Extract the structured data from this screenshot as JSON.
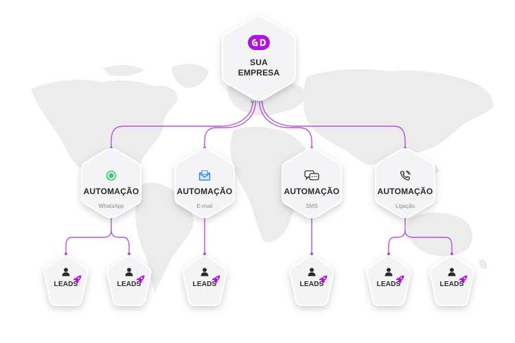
{
  "company": {
    "line1": "SUA",
    "line2": "EMPRESA",
    "logo_icon": "brand-logo-icon"
  },
  "automations": [
    {
      "title": "AUTOMAÇÃO",
      "channel": "WhatsApp",
      "icon": "whatsapp-icon",
      "icon_color": "#25D366"
    },
    {
      "title": "AUTOMAÇÃO",
      "channel": "E-mail",
      "icon": "email-icon",
      "icon_color": "#2F7DE1"
    },
    {
      "title": "AUTOMAÇÃO",
      "channel": "SMS",
      "icon": "chat-bubbles-icon",
      "icon_color": "#2a2a2a"
    },
    {
      "title": "AUTOMAÇÃO",
      "channel": "Ligação",
      "icon": "phone-call-icon",
      "icon_color": "#2a2a2a"
    }
  ],
  "leads": [
    {
      "label": "LEADS"
    },
    {
      "label": "LEADS"
    },
    {
      "label": "LEADS"
    },
    {
      "label": "LEADS"
    },
    {
      "label": "LEADS"
    },
    {
      "label": "LEADS"
    }
  ],
  "colors": {
    "accent": "#B012E6",
    "line": "#B84DE0",
    "map": "#EBEBEB",
    "node": "#F4F4F6"
  }
}
